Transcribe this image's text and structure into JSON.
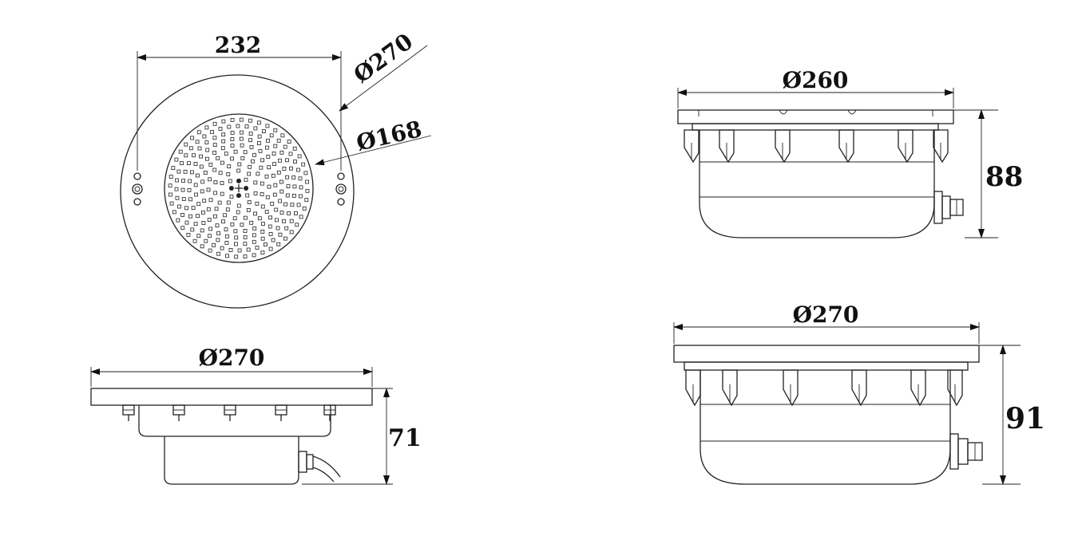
{
  "top_view": {
    "width_label": "232",
    "outer_diameter_label": "Ø270",
    "lens_diameter_label": "Ø168"
  },
  "front_view": {
    "diameter_label": "Ø270",
    "height_label": "71"
  },
  "side_view_a": {
    "diameter_label": "Ø260",
    "height_label": "88"
  },
  "side_view_b": {
    "diameter_label": "Ø270",
    "height_label": "91"
  }
}
